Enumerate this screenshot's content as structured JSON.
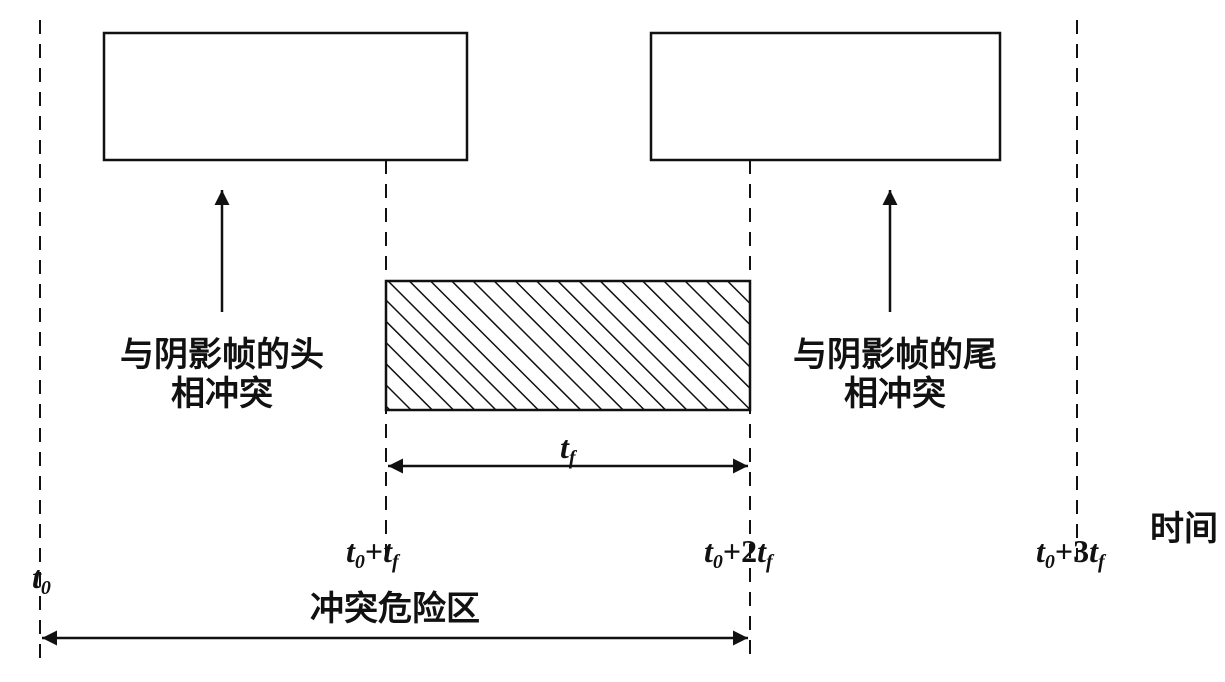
{
  "labels": {
    "head_conflict_line1": "与阴影帧的头",
    "head_conflict_line2": "相冲突",
    "tail_conflict_line1": "与阴影帧的尾",
    "tail_conflict_line2": "相冲突",
    "danger_zone": "冲突危险区",
    "time_axis": "时间"
  },
  "timeline": {
    "t0": {
      "base": "t",
      "sub": "0"
    },
    "t0_tf": {
      "base1": "t",
      "sub1": "0",
      "op": "+",
      "base2": "t",
      "sub2": "f"
    },
    "t0_2tf": {
      "base1": "t",
      "sub1": "0",
      "op": "+2",
      "base2": "t",
      "sub2": "f"
    },
    "t0_3tf": {
      "base1": "t",
      "sub1": "0",
      "op": "+3",
      "base2": "t",
      "sub2": "f"
    },
    "tf": {
      "base": "t",
      "sub": "f"
    }
  }
}
